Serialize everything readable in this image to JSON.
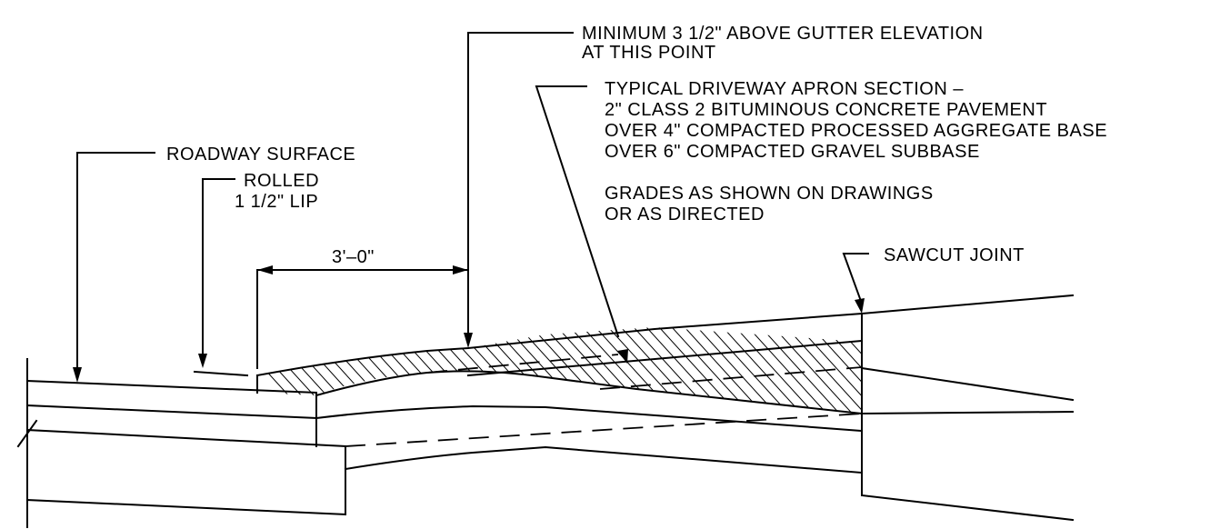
{
  "labels": {
    "minimum_line1": "MINIMUM 3 1/2\" ABOVE GUTTER ELEVATION",
    "minimum_line2": "AT THIS POINT",
    "typical_line1": "TYPICAL DRIVEWAY APRON SECTION –",
    "typical_line2": "2\" CLASS 2 BITUMINOUS CONCRETE PAVEMENT",
    "typical_line3": "OVER 4\" COMPACTED PROCESSED AGGREGATE BASE",
    "typical_line4": "OVER 6\" COMPACTED GRAVEL SUBBASE",
    "grades_line1": "GRADES AS SHOWN ON DRAWINGS",
    "grades_line2": "OR AS DIRECTED",
    "roadway_surface": "ROADWAY SURFACE",
    "rolled_line1": "ROLLED",
    "rolled_line2": "1 1/2\" LIP",
    "dimension": "3'–0\"",
    "sawcut_joint": "SAWCUT JOINT"
  }
}
